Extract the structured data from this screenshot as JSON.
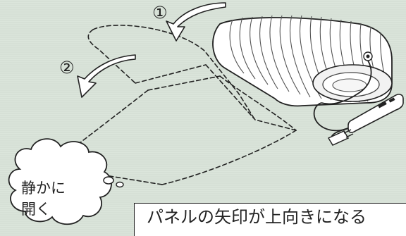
{
  "diagram": {
    "step1_label": "①",
    "step2_label": "②",
    "bubble_line1": "静かに",
    "bubble_line2": "開く",
    "caption": "パネルの矢印が上向きになる"
  },
  "colors": {
    "background": "#d9e4d9",
    "line": "#222222",
    "bubble_fill": "#ffffff",
    "caption_fill": "#ffffff"
  },
  "icons": {
    "arrow": "curved-arrow-icon",
    "panel": "rolled-heated-panel",
    "plug": "power-plug-icon",
    "controller": "controller-icon"
  }
}
